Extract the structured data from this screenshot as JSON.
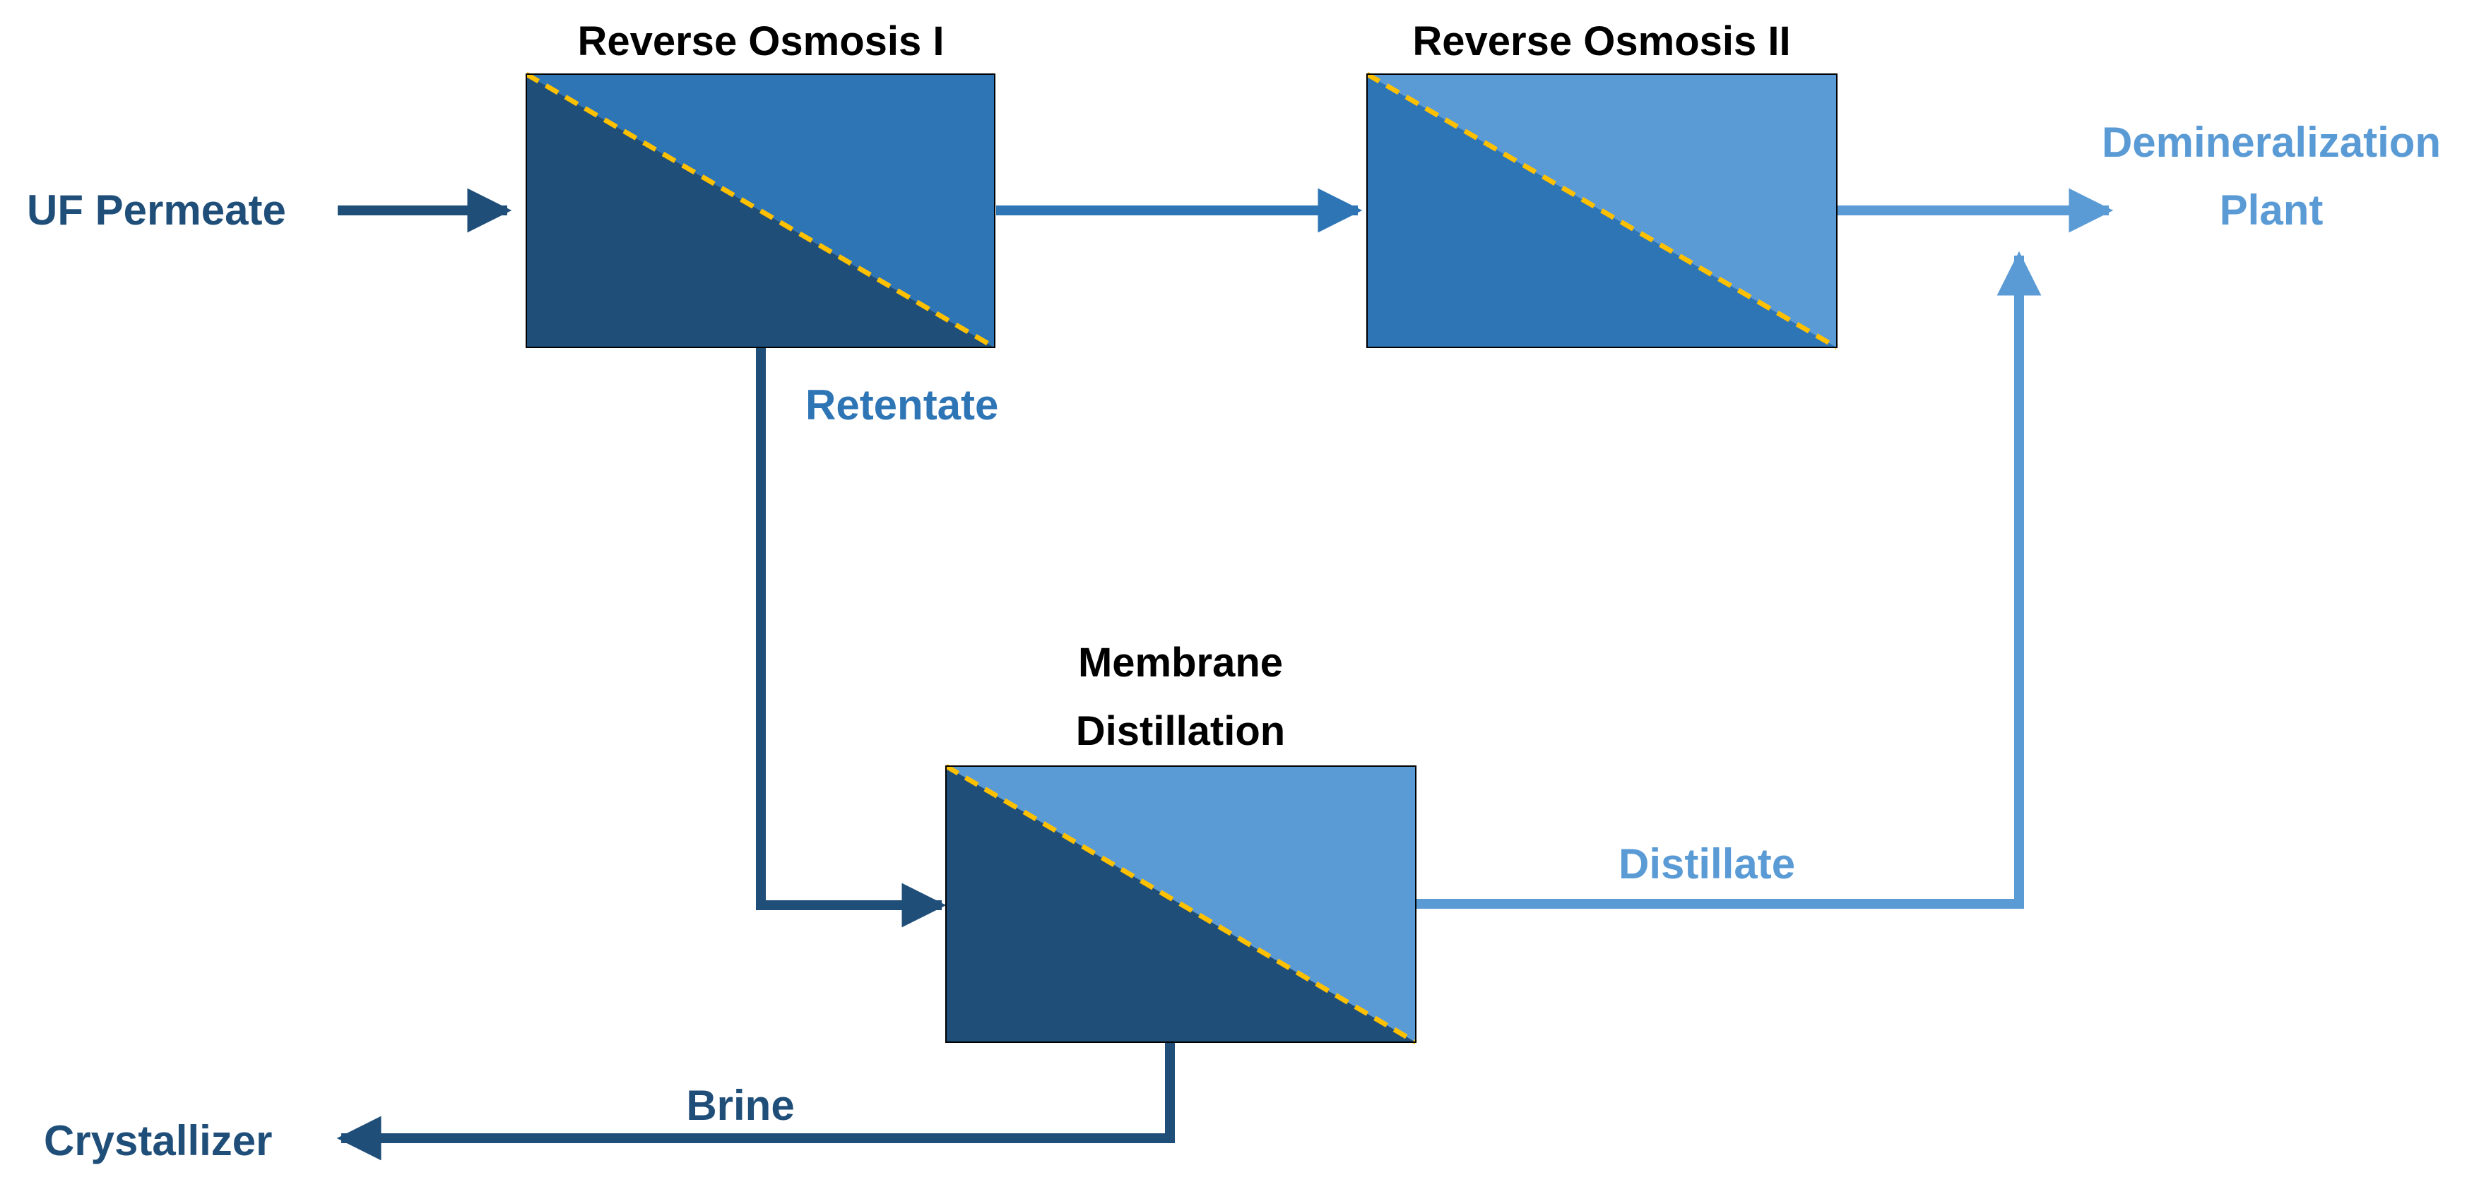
{
  "diagram": {
    "units": {
      "ro1": {
        "title": "Reverse Osmosis I"
      },
      "ro2": {
        "title": "Reverse Osmosis II"
      },
      "md": {
        "title_line1": "Membrane",
        "title_line2": "Distillation"
      }
    },
    "streams": {
      "uf_permeate": "UF Permeate",
      "retentate": "Retentate",
      "distillate": "Distillate",
      "brine": "Brine",
      "crystallizer": "Crystallizer",
      "demin_line1": "Demineralization",
      "demin_line2": "Plant"
    }
  },
  "colors": {
    "dark_blue": "#1F4E79",
    "mid_blue": "#2E75B6",
    "light_blue": "#5B9BD5",
    "membrane_dashed_line": "#FFC000",
    "title_text": "#000000"
  }
}
